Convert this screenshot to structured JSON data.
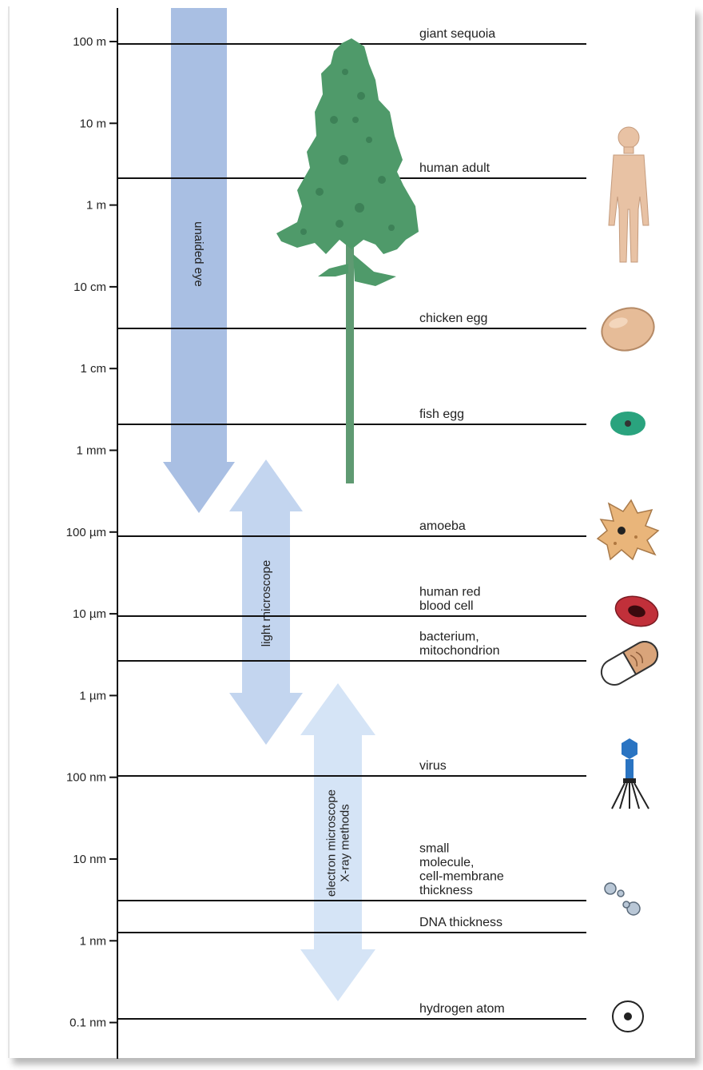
{
  "scale_ticks": [
    "100 m",
    "10 m",
    "1 m",
    "10 cm",
    "1 cm",
    "1 mm",
    "100 µm",
    "10 µm",
    "1 µm",
    "100 nm",
    "10 nm",
    "1 nm",
    "0.1 nm"
  ],
  "items": [
    {
      "label_lines": [
        "giant sequoia"
      ],
      "icon": "sequoia-tree-icon"
    },
    {
      "label_lines": [
        "human adult"
      ],
      "icon": "human-figure-icon"
    },
    {
      "label_lines": [
        "chicken egg"
      ],
      "icon": "chicken-egg-icon"
    },
    {
      "label_lines": [
        "fish egg"
      ],
      "icon": "fish-egg-icon"
    },
    {
      "label_lines": [
        "amoeba"
      ],
      "icon": "amoeba-icon"
    },
    {
      "label_lines": [
        "human red",
        "blood cell"
      ],
      "icon": "red-blood-cell-icon"
    },
    {
      "label_lines": [
        "bacterium,",
        "mitochondrion"
      ],
      "icon": "bacterium-icon"
    },
    {
      "label_lines": [
        "virus"
      ],
      "icon": "virus-icon"
    },
    {
      "label_lines": [
        "small",
        "molecule,",
        "cell-membrane",
        "thickness"
      ],
      "icon": "small-molecule-icon"
    },
    {
      "label_lines": [
        "DNA thickness"
      ],
      "icon": ""
    },
    {
      "label_lines": [
        "hydrogen atom"
      ],
      "icon": "hydrogen-atom-icon"
    }
  ],
  "ranges": [
    {
      "lines": [
        "unaided eye"
      ],
      "color": "#a9bfe3"
    },
    {
      "lines": [
        "light microscope"
      ],
      "color": "#c3d5ef"
    },
    {
      "lines": [
        "electron microscope",
        "X-ray methods"
      ],
      "color": "#d5e4f6"
    }
  ],
  "colors": {
    "tree_foliage": "#4f9a6a",
    "tree_trunk": "#5f9a72",
    "skin": "#e8c2a4",
    "egg": "#e6bc98",
    "fish_egg_ring": "#2aa37e",
    "amoeba": "#e9b57a",
    "rbc": "#c1303a",
    "virus": "#2a74c2"
  }
}
